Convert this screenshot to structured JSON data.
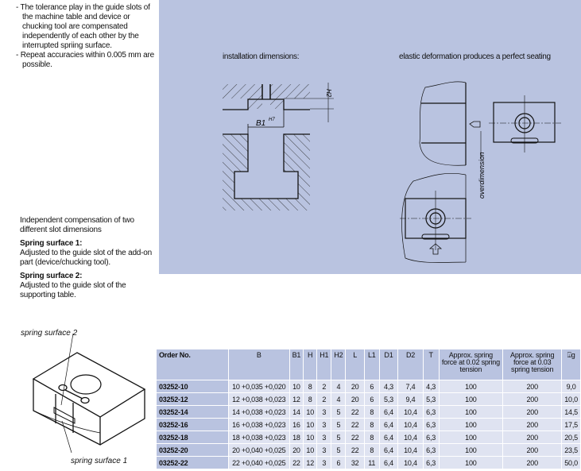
{
  "intro": {
    "bullets": [
      "The tolerance play in the guide slots of the machine table and device or chucking tool are compensated independently of each other by the interrupted spriing surface.",
      "Repeat accuracies within 0.005 mm are possible."
    ]
  },
  "compensation": {
    "text": "Independent compensation of two different slot dimensions",
    "spring1_title": "Spring surface 1:",
    "spring1_text": "Adjusted to the guide slot of the add-on part (device/chucking tool).",
    "spring2_title": "Spring surface 2:",
    "spring2_text": "Adjusted to the guide slot of the supporting table."
  },
  "panel": {
    "install_caption": "installation dimensions:",
    "elastic_caption": "elastic deformation produces a perfect seating",
    "b1_label": "B1",
    "b1_sup": "H7",
    "h2_label": "H2",
    "overdimension_label": "overdimension"
  },
  "iso": {
    "label_spring2": "spring surface 2",
    "label_spring1": "spring surface 1"
  },
  "table": {
    "headers": [
      "Order No.",
      "B",
      "B1",
      "H",
      "H1",
      "H2",
      "L",
      "L1",
      "D1",
      "D2",
      "T",
      "Approx. spring force at 0.02 spring tension",
      "Approx. spring force at 0.03 spring tension",
      "g"
    ],
    "weight_icon": "weight-icon",
    "rows": [
      [
        "03252-10",
        "10 +0,035 +0,020",
        "10",
        "8",
        "2",
        "4",
        "20",
        "6",
        "4,3",
        "7,4",
        "4,3",
        "100",
        "200",
        "9,0"
      ],
      [
        "03252-12",
        "12 +0,038 +0,023",
        "12",
        "8",
        "2",
        "4",
        "20",
        "6",
        "5,3",
        "9,4",
        "5,3",
        "100",
        "200",
        "10,0"
      ],
      [
        "03252-14",
        "14 +0,038 +0,023",
        "14",
        "10",
        "3",
        "5",
        "22",
        "8",
        "6,4",
        "10,4",
        "6,3",
        "100",
        "200",
        "14,5"
      ],
      [
        "03252-16",
        "16 +0,038 +0,023",
        "16",
        "10",
        "3",
        "5",
        "22",
        "8",
        "6,4",
        "10,4",
        "6,3",
        "100",
        "200",
        "17,5"
      ],
      [
        "03252-18",
        "18 +0,038 +0,023",
        "18",
        "10",
        "3",
        "5",
        "22",
        "8",
        "6,4",
        "10,4",
        "6,3",
        "100",
        "200",
        "20,5"
      ],
      [
        "03252-20",
        "20 +0,040 +0,025",
        "20",
        "10",
        "3",
        "5",
        "22",
        "8",
        "6,4",
        "10,4",
        "6,3",
        "100",
        "200",
        "23,5"
      ],
      [
        "03252-22",
        "22 +0,040 +0,025",
        "22",
        "12",
        "3",
        "6",
        "32",
        "11",
        "6,4",
        "10,4",
        "6,3",
        "100",
        "200",
        "50,0"
      ]
    ]
  }
}
